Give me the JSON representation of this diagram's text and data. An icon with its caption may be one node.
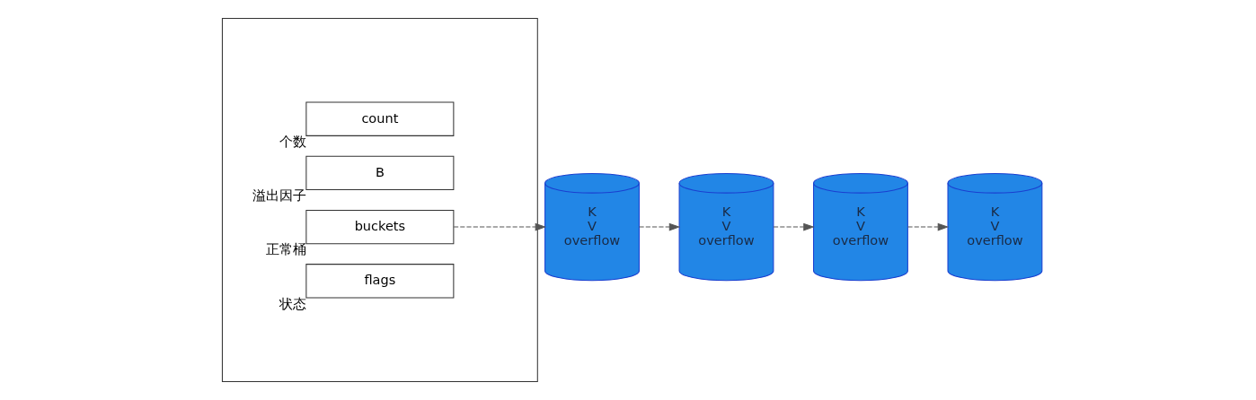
{
  "diagram": {
    "nodes": [
      {
        "text": [],
        "shape": "box"
      },
      {
        "text": [
          "count"
        ],
        "in": 0,
        "beside": [
          "个数"
        ]
      },
      {
        "text": [
          "B"
        ],
        "in": 0,
        "beside": [
          "溢出因子"
        ]
      },
      {
        "text": [
          "buckets"
        ],
        "in": 0,
        "beside": [
          "正常桶"
        ]
      },
      {
        "text": [
          "flags"
        ],
        "in": 0,
        "beside": [
          "状态"
        ]
      },
      {
        "text": [
          "K",
          "V",
          "overflow"
        ]
      },
      {
        "text": [
          "K",
          "V",
          "overflow"
        ]
      },
      {
        "text": [
          "K",
          "V",
          "overflow"
        ]
      },
      {
        "text": [
          "K",
          "V",
          "overflow"
        ]
      }
    ],
    "edges": [
      {
        "from": 3,
        "to": 5,
        "arrow": "to",
        "style": "dashed"
      },
      {
        "from": 5,
        "to": 6,
        "arrow": "to",
        "style": "dashed"
      },
      {
        "from": 6,
        "to": 7,
        "arrow": "to",
        "style": "dashed"
      },
      {
        "from": 7,
        "to": 8,
        "arrow": "to",
        "style": "dashed"
      }
    ]
  }
}
